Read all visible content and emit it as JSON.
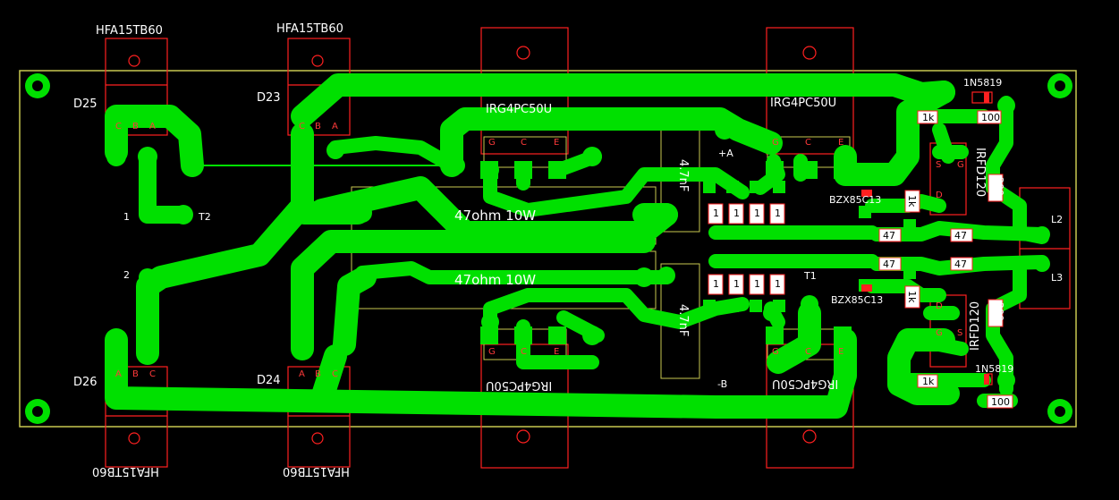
{
  "colors": {
    "background": "#000000",
    "copper": "#00ee00",
    "silkscreen": "#ff2020",
    "outline": "#cccc44",
    "text": "#ffffff"
  },
  "labels": {
    "hfa_top_1": "HFA15TB60",
    "hfa_top_2": "HFA15TB60",
    "hfa_bot_1": "HFA15TB60",
    "hfa_bot_2": "HFA15TB60",
    "d25": "D25",
    "d23": "D23",
    "d26": "D26",
    "d24": "D24",
    "irg_top_1": "IRG4PC50U",
    "irg_top_2": "IRG4PC50U",
    "irg_bot_1": "IRG4PC50U",
    "irg_bot_2": "IRG4PC50U",
    "res_top": "47ohm 10W",
    "res_bot": "47ohm 10W",
    "cap_top": "4.7nF",
    "cap_bot": "4.7nF",
    "plus_a": "+A",
    "minus_b": "-B",
    "n1": "1",
    "n2": "2",
    "t1": "T1",
    "t2": "T2",
    "bzx_top": "BZX85C13",
    "bzx_bot": "BZX85C13",
    "irfd_top": "IRFD120",
    "irfd_bot": "IRFD120",
    "n200_top": "200",
    "n200_bot": "200",
    "n1n5819_top": "1N5819",
    "n1n5819_bot": "1N5819",
    "k1_top": "1k",
    "k1_bot": "1k",
    "k1_mid_top": "1k",
    "k1_mid_bot": "1k",
    "r100_top": "100",
    "r100_bot": "100",
    "r47": [
      "47",
      "47",
      "47",
      "47"
    ],
    "r1": [
      "1",
      "1",
      "1",
      "1",
      "1",
      "1",
      "1",
      "1"
    ],
    "l2": "L2",
    "l3": "L3",
    "pin_c": "C",
    "pin_b": "B",
    "pin_a": "A",
    "pin_g": "G",
    "pin_e": "E",
    "pin_s": "S",
    "pin_d": "D"
  }
}
